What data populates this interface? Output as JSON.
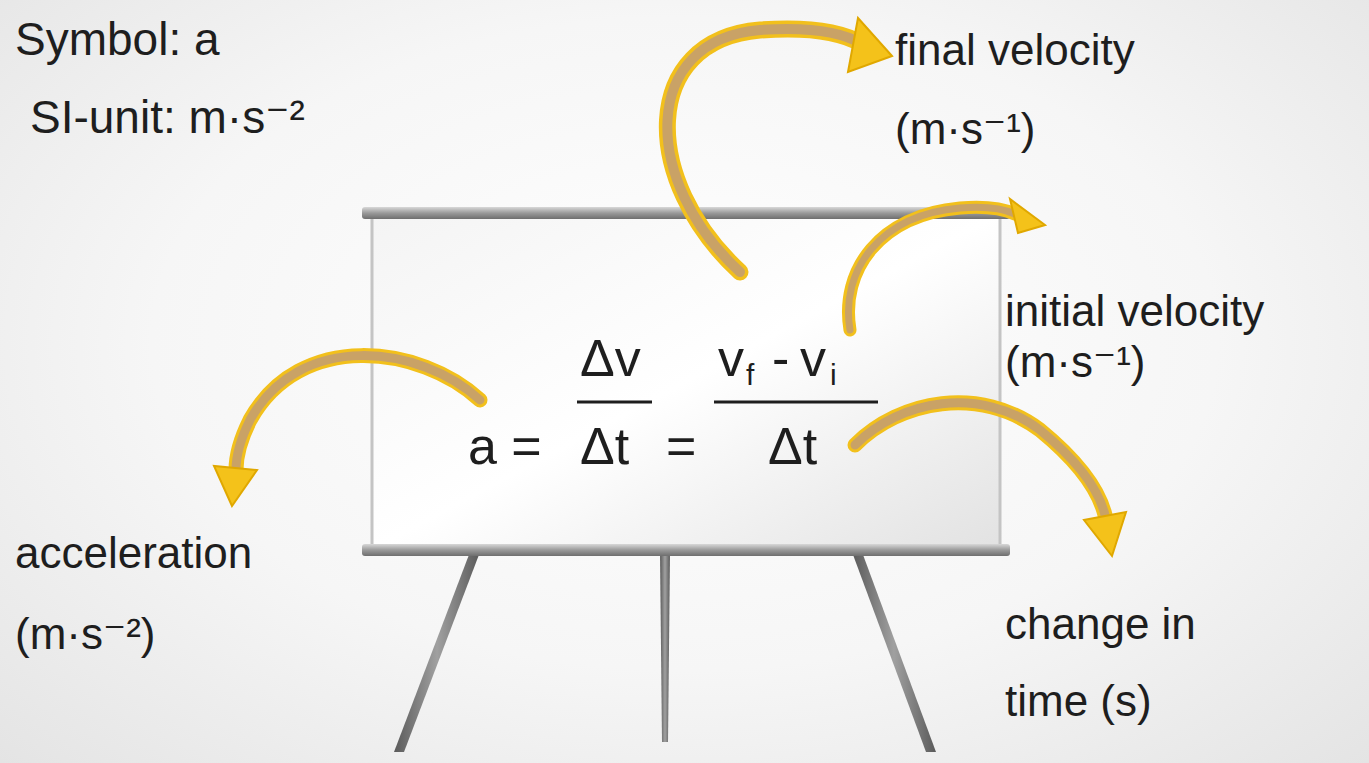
{
  "diagram": {
    "labels": [
      "Symbol: a",
      "SI-unit: m·s⁻²",
      "final velocity (m·s⁻¹)",
      "initial velocity (m·s⁻¹)",
      "a =",
      "Δv",
      "Δt",
      "=",
      "v",
      "f",
      "-",
      "v",
      "i",
      "Δt",
      "acceleration (m·s⁻²)",
      "change in time (s)"
    ]
  }
}
